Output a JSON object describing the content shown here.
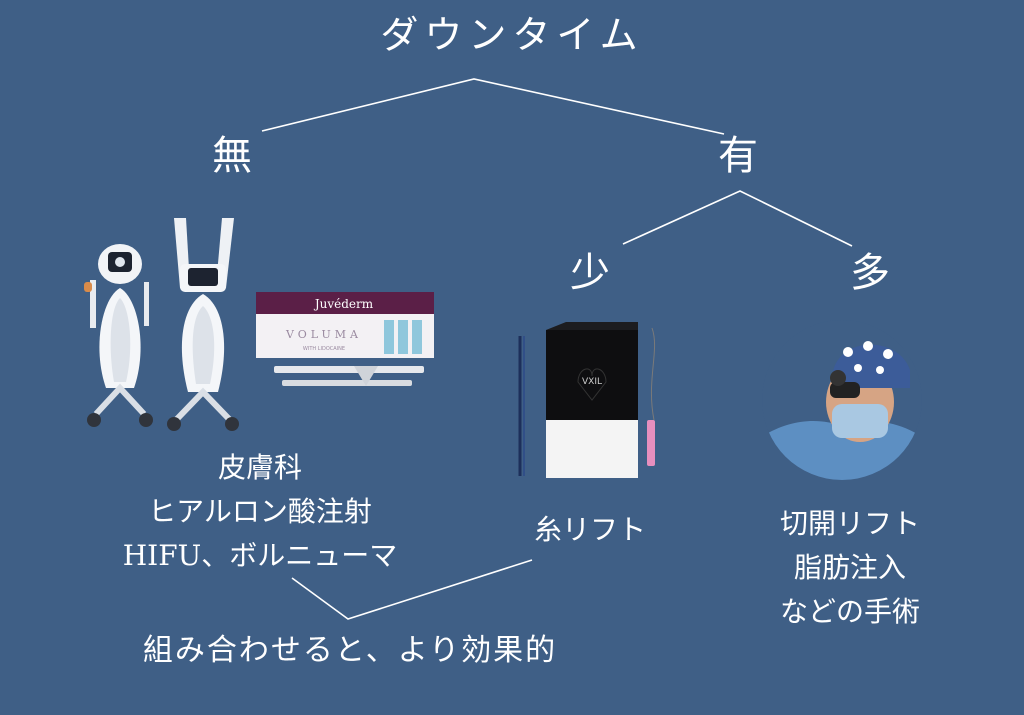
{
  "title": "ダウンタイム",
  "nodes": {
    "none": "無",
    "have": "有",
    "few": "少",
    "many": "多"
  },
  "labels": {
    "none": [
      "皮膚科",
      "ヒアルロン酸注射",
      "HIFU、ボルニューマ"
    ],
    "few": [
      "糸リフト"
    ],
    "many": [
      "切開リフト",
      "脂肪注入",
      "などの手術"
    ]
  },
  "combo_note": "組み合わせると、より効果的",
  "product_text": {
    "juvederm_logo": "Juvéderm",
    "voluma": "VOLUMA",
    "voluma_sub": "WITH LIDOCAINE",
    "vxil": "VXIL"
  },
  "colors": {
    "background": "#3f5f86",
    "line": "#ffffff",
    "text": "#ffffff"
  }
}
